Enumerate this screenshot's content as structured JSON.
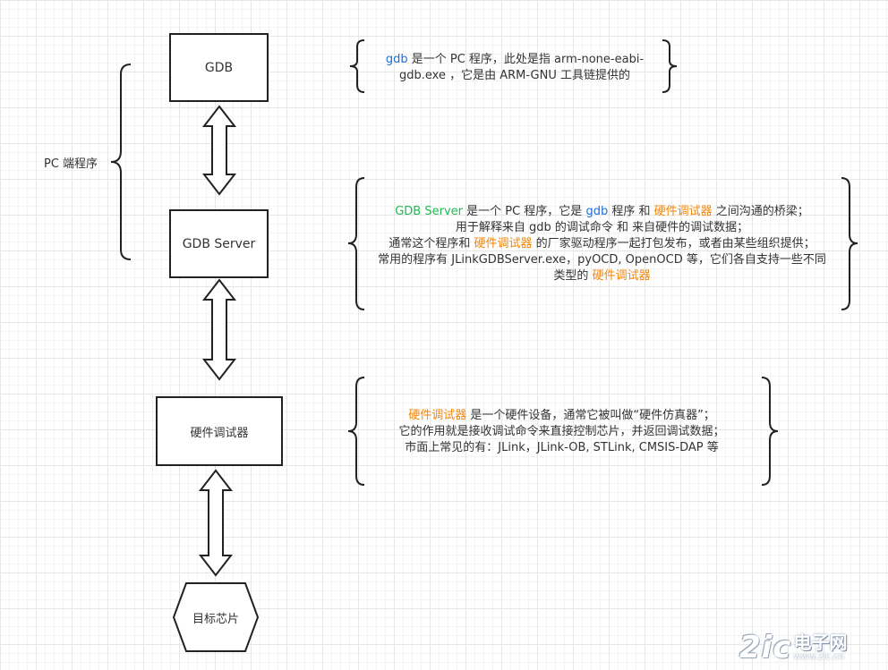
{
  "nodes": {
    "gdb": "GDB",
    "gdb_server": "GDB Server",
    "debugger": "硬件调试器",
    "target_chip": "目标芯片"
  },
  "group_label": "PC 端程序",
  "notes": {
    "gdb": {
      "line1": [
        {
          "text": "gdb",
          "color": "blue"
        },
        {
          "text": " 是一个 PC 程序，此处是指 arm-none-eabi-"
        }
      ],
      "line2": [
        {
          "text": "gdb.exe ，它是由 ARM-GNU 工具链提供的"
        }
      ]
    },
    "gdb_server": {
      "line1": [
        {
          "text": "GDB Server",
          "color": "green"
        },
        {
          "text": " 是一个 PC 程序，它是 "
        },
        {
          "text": "gdb",
          "color": "blue"
        },
        {
          "text": " 程序 和 "
        },
        {
          "text": "硬件调试器",
          "color": "orange"
        },
        {
          "text": " 之间沟通的桥梁；"
        }
      ],
      "line2": [
        {
          "text": "用于解释来自 gdb 的调试命令 和 来自硬件的调试数据；"
        }
      ],
      "line3": [
        {
          "text": "通常这个程序和 "
        },
        {
          "text": "硬件调试器",
          "color": "orange"
        },
        {
          "text": " 的厂家驱动程序一起打包发布，或者由某些组织提供；"
        }
      ],
      "line4": [
        {
          "text": "常用的程序有 JLinkGDBServer.exe，pyOCD, OpenOCD 等，它们各自支持一些不同"
        }
      ],
      "line5": [
        {
          "text": "类型的 "
        },
        {
          "text": "硬件调试器",
          "color": "orange"
        }
      ]
    },
    "debugger": {
      "line1": [
        {
          "text": "硬件调试器",
          "color": "orange"
        },
        {
          "text": " 是一个硬件设备，通常它被叫做“硬件仿真器”；"
        }
      ],
      "line2": [
        {
          "text": "它的作用就是接收调试命令来直接控制芯片，并返回调试数据；"
        }
      ],
      "line3": [
        {
          "text": "市面上常见的有：JLink，JLink-OB, STLink, CMSIS-DAP 等"
        }
      ]
    }
  },
  "watermark": {
    "mark": "2ic",
    "name": "电子网",
    "url": "www.2ic.cn"
  },
  "colors": {
    "blue": "#1a6fd6",
    "green": "#1dbb54",
    "orange": "#f2860b",
    "stroke": "#222222"
  }
}
